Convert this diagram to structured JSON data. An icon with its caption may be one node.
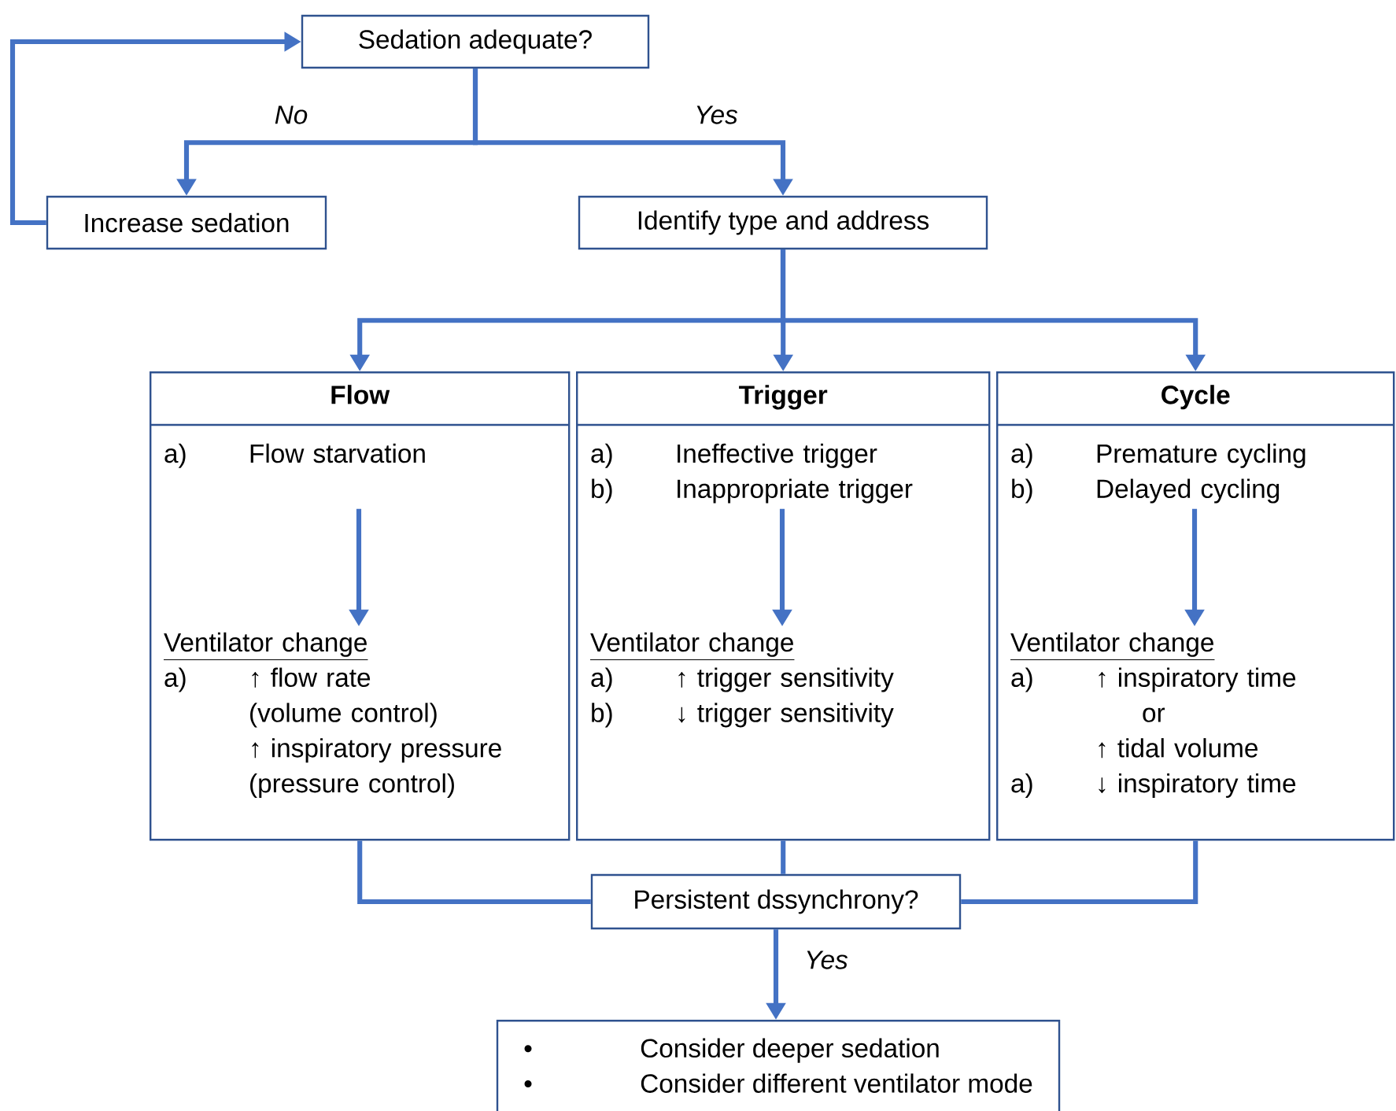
{
  "diagram": {
    "nodes": [
      {
        "text": [
          "Sedation adequate?"
        ]
      },
      {
        "text": [
          "Increase sedation"
        ]
      },
      {
        "text": [
          "Identify type and address"
        ]
      },
      {
        "text": [
          "Flow"
        ]
      },
      {
        "text": [
          "a)",
          "Flow starvation"
        ],
        "in": 3
      },
      {
        "text": [
          "Ventilator change",
          "a)",
          "↑ flow rate",
          "(volume control)",
          "↑ inspiratory pressure",
          "(pressure control)"
        ],
        "in": 3
      },
      {
        "text": [
          "Trigger"
        ]
      },
      {
        "text": [
          "a)",
          "Ineffective trigger",
          "b)",
          "Inappropriate trigger"
        ],
        "in": 6
      },
      {
        "text": [
          "Ventilator change",
          "a)",
          "↑ trigger sensitivity",
          "b)",
          "↓ trigger sensitivity"
        ],
        "in": 6
      },
      {
        "text": [
          "Cycle"
        ]
      },
      {
        "text": [
          "a)",
          "Premature cycling",
          "b)",
          "Delayed cycling"
        ],
        "in": 9
      },
      {
        "text": [
          "Ventilator change",
          "a)",
          "↑ inspiratory time",
          "or",
          "↑ tidal volume",
          "a)",
          "↓ inspiratory time"
        ],
        "in": 9
      },
      {
        "text": [
          "Persistent dssynchrony?"
        ]
      },
      {
        "text": [
          "•",
          "Consider deeper sedation",
          "•",
          "Consider different ventilator mode"
        ]
      }
    ],
    "edges": [
      {
        "from": 0,
        "to": 1,
        "arrow": "to",
        "label": "No"
      },
      {
        "from": 0,
        "to": 2,
        "arrow": "to",
        "label": "Yes"
      },
      {
        "from": 1,
        "to": 0,
        "arrow": "to"
      },
      {
        "from": 2,
        "to": 3,
        "arrow": "to"
      },
      {
        "from": 2,
        "to": 6,
        "arrow": "to"
      },
      {
        "from": 2,
        "to": 9,
        "arrow": "to"
      },
      {
        "from": 4,
        "to": 5,
        "arrow": "to"
      },
      {
        "from": 7,
        "to": 8,
        "arrow": "to"
      },
      {
        "from": 10,
        "to": 11,
        "arrow": "to"
      },
      {
        "from": 3,
        "to": 12,
        "arrow": "none"
      },
      {
        "from": 6,
        "to": 12,
        "arrow": "none"
      },
      {
        "from": 9,
        "to": 12,
        "arrow": "none"
      },
      {
        "from": 12,
        "to": 13,
        "arrow": "to",
        "label": "Yes"
      }
    ]
  }
}
